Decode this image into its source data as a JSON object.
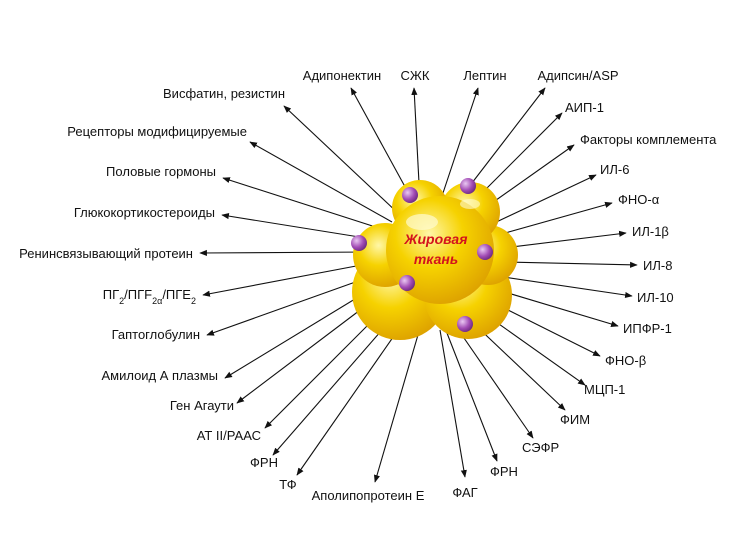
{
  "center": {
    "line1": "Жировая",
    "line2": "ткань"
  },
  "labels": {
    "visfatin": "Висфатин, резистин",
    "adiponectin": "Адипонектин",
    "szhk": "СЖК",
    "leptin": "Лептин",
    "adipsin": "Адипсин/ASP",
    "aip1": "АИП-1",
    "complement": "Факторы комплемента",
    "il6": "ИЛ-6",
    "tnf_a": "ФНО-α",
    "il1b": "ИЛ-1β",
    "il8": "ИЛ-8",
    "il10": "ИЛ-10",
    "ipfr1": "ИПФР-1",
    "tnf_b": "ФНО-β",
    "mcp1": "МЦП-1",
    "fim": "ФИМ",
    "sefr": "СЭФР",
    "frn_right": "ФРН",
    "fag": "ФАГ",
    "apoe": "Аполипопротеин Е",
    "tf": "ТФ",
    "frn_left": "ФРН",
    "at2": "АТ II/РААС",
    "agouti": "Ген Агаути",
    "amyloid": "Амилоид А плазмы",
    "haptoglobin": "Гаптоглобулин",
    "pg_a": "ПГ",
    "pg_b": "/ПГF",
    "pg_c": "/ПГЕ",
    "pg_sub1": "2",
    "pg_sub2": "2α",
    "pg_sub3": "2",
    "renin": "Ренинсвязывающий протеин",
    "gluco": "Глюкокортикостероиды",
    "sex": "Половые гормоны",
    "receptors": "Рецепторы модифицируемые"
  },
  "colors": {
    "fat": "#f6d200",
    "fat_dark": "#e0a800",
    "dot": "#a24cb5",
    "center_text": "#d3121c",
    "arrow": "#111111"
  }
}
